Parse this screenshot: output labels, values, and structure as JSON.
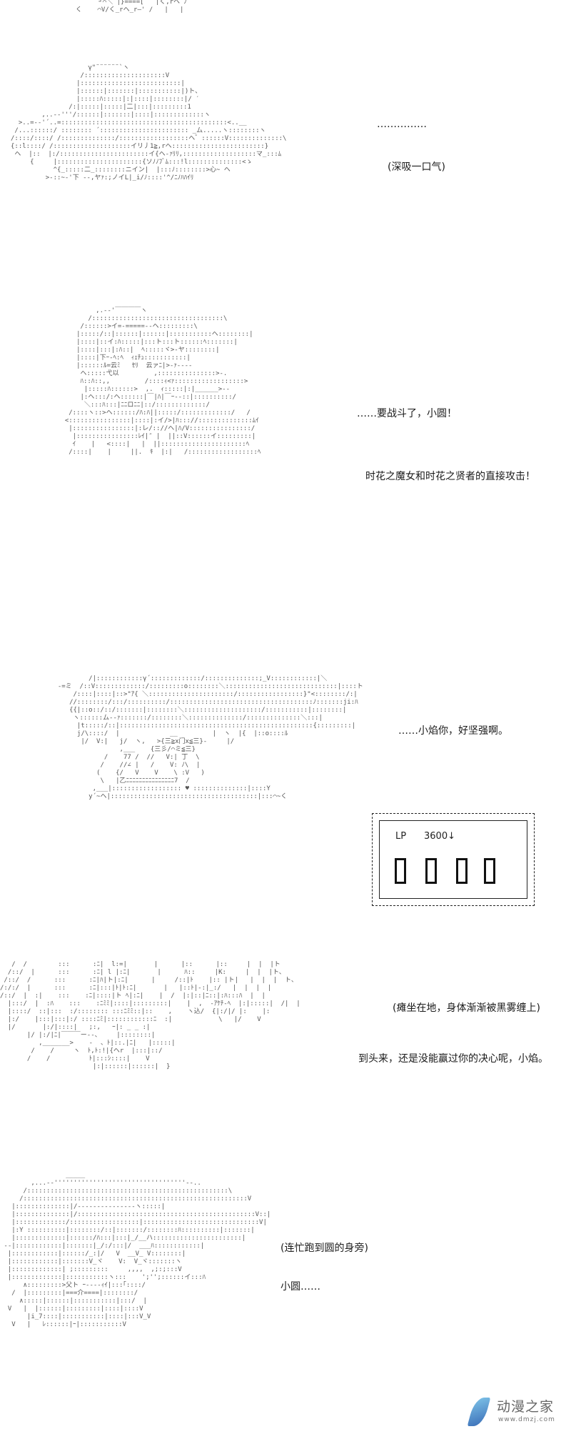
{
  "panels": [
    {
      "lines": [
        "……………",
        "(深吸一口气)"
      ]
    },
    {
      "lines": [
        "……要战斗了，小圆！",
        "时花之魔女和时花之贤者的直接攻击！"
      ]
    },
    {
      "lines": [
        "……小焰你，好坚强啊。"
      ],
      "lp_display": {
        "label": "LP",
        "value": "3600↓",
        "digits": 4
      }
    },
    {
      "lines": [
        "(瘫坐在地，身体渐渐被黑雾缠上)",
        "到头来，还是没能赢过你的决心呢，小焰。"
      ]
    },
    {
      "lines": [
        "(连忙跑到圆的身旁)",
        "小圆……"
      ]
    }
  ],
  "art": {
    "top": "        ┘⌒＼ |}====[   |く,rヘ ﾉ\n  く    ⌒V/く_rヘ_r―' /   |   |",
    "fig1": "                    γ\"¨¨¨¨¨¨`ヽ\n                  /:::::::::::::::::::::V\n                 |::::::::::::::::::::::::::|\n                 |::::::|:::::::|:::::::::::|)ト、\n                 |:::::ﾊ:::::|:|::::|::::::::|/ ′\n               /:|:::::|:::::|二|:::|:::::::::1\n        ,..-‐'''/::::::|:::::::|::::|:::::::::::::ヽ\n  >..=-‐'´..=:::::::::::::::::::::::::::::::::::::::::::<..__\n /...::::::/ :::::::: ´::::::::::::::::::::::: _ム.....ヽ::::::::ヽ\n/::::/::::/ /::::::::::::::/::::::::::::::::::ヘ゛::::::V::::::::::::::\\\n{::l::::/ /::::::::::::::::::::イリ丿1≧,rヘ::::::::::::::::::::::::}\n ヘ  |::  |:/:::::::::::::::::::::::イ{ヘ-ｧﾘﾘ,:::::::::::::::::::マ_:::ﾑ\n     {     |::::::::::::::::::::::{ソﾉﾉﾌﾞﾑ:::!l::::::::::::::<ゝ\n           ^{_:::::二_::::::::ニイン|  |:::ﾉ::::::::>心~ ヘ\n         >-::~-'下 --,ヤｧ:;ノイL|_i/ﾉ::::'^/ﾆﾉﾊﾊｲﾘ",
    "fig2": "          ,.-‐'￣￣￣￣ヽ\n        /::::::::::::::::::::::::::::::::::\\\n      /::::::>イ=-=====-‐ヘ:::::::::\\\n     |:::::/::|::::::|::::::|:::::::::::ヘ::::::::|\n     |::::|::イ:ﾊ:::::|:::ト:::ト::::::ﾍ:::::::|\n     |::::|:::|:ﾊ::|  ﾍ:::::ヾ>‐ヤ::::::::|\n     |::::|下ｰ-ﾍ:ﾍ  ｨｪﾁｭ:::::::::::|\n     |::::::ﾙ=云ﾐ   ｾﾘ  云ァﾆ|>-ｧ---‐\n      ヘ:::::弋以         ,:::::::::::::::>-.\n      ﾊ::ﾊ::,,         /::::ｨ<ｧ::::::::::::::::::>\n       |:::::ﾊ::::::>  ,.  ｨ:::::|:|______>-‐\n      |:ヘ:::/:ヘ::::::|￣|ﾊ|￣ｰ--::|::::::::::/\n       ＼:::ﾊ:::|ﾆﾆロﾆﾆ|::/:::::::::::::/\n   /::::ヽ::>ヘ::::::/ﾊ:ﾊ||:::::/:::::::::::::/   /\n  <::::::::::::::::|::::|:イ/>|ﾊ::://::::::::::::::ﾑｲ\n   |::::::::::::::::|:レ/:://ヘ|ﾊ/V::::::::::::::::/\n    |::::::::::::::::ﾚｲ|″ |  ||::V::::::イ:::::::::|\n    ｲ    |   <::::|   |  ||::::::::::::::::::::::ﾍ\n   /::::|    |     ||.  ｷ  |:|   /::::::::::::::::::ﾍ",
    "fig3": "          /|::::::::::::γ´:::::::::::::/::::::::::::::;_V::::::::::::|＼\n  -=ミ  /::V:::::::::::::/:::::::::o::::::::＼:::::::::::::::::::::::::::::|::::ト\n      /::::|::::|::>\"ｱ{ ＼::::::::::::::::::::::/:::::::::::::::::}\"<::::::::/:|\n     //::::::::/:::/::::::::::/:::::::::::::::::::::::::::::::::::::ﾉ:::::::ji:ﾊ\n     {{|::o::/::/:::::::|::::::::＼::::::::::::::::::::/:::::::::::|::::::::|\n      ヽ::::::ム-‐ｧ:::::::/::::::::＼::::::::::::::/::::::::::::::＼:::|\n       |t:::::/::|::::::::::::::::::::::::::::::::::::::::::::::::::{:::::::::|\n       j/\\::::/  |             __         |  ヽ  |{  |::o::::ﾙ\n        |/  V:|   j/  ヽ,   >{三≧x门x≦三}-     |/\n                  ,___    {三彡/⌒ミ≦三}\n              /    77 /  //   V:| 丁  \\\n             /    //∠ |   /    V: ﾉ\\  |\n            (    {/   V    V    \\ :V   )\n             \\   |乙ﾆﾆﾆﾆﾆﾆﾆﾆﾆﾆﾆﾆﾆﾆﾆ7  /\n           ,___|:::::::::::::::::: ♥ ::::::::::::::|::::Y\n          y´~ヘ|::::::::::::::::::::::::::::::::::::::|:::⌒~く",
    "fig4": "   /  /        :::      :ﾆ|  l:=|       |      |::      |::     |  |  |ト\n  /::/  |      :::      :ﾆ| l |:ﾆ|       |      ﾊ::     |K:     |  |  |ト、\n /::/  /      :::      :ﾆ|ﾊ|ト|:ﾆ|      |     /::|ﾄ    |:: |ト|   |  |  |  ト、\n/:/:/  |      :::      :ﾆ|:::|ﾄ|ﾄ:ﾆ|       |   |::ﾄ|-:|_:/   |  |  |  |\n/::/  |  :|    :::    :ﾆ|::::|ト ﾍ|:ﾆ|    |  /  |:|::|ﾆ::|:ﾊ:::ﾊ  |  |\n  |:::/  |  :ﾊ    :::    :ﾆﾐﾐ|::::|:::::::::|    |  ,  ‐ｱｹﾁ‐ﾍ  |:|:::::|  /|  |\n  |::::/  ::|:::  :/:::::::: :::ﾆﾐﾐ::|::    ,    ヽ込/  {|:/|/ |:    |:\n  |:/    |:::|:::|:/ ::::ﾆﾐ|::::::::::::ﾆ  :|            \\   |/    V\n  |/       |:/|::::|   ;:,   ｰ|: _ _ :|\n       |/ |:/|ﾆ|￣￣￣ー--、    |::::::::|\n          ,_______>    ‐  、ﾄ|::.|ﾆ|   |:::::|\n        /    /     ヽ  ﾄ,ﾄ:!|{ヘr  |:::|::/\n       /    /          ﾄ|:::ｼ::::|    V\n                        |:|::::::|::::::|  }",
    "fig5": "                 _____\n        ,...-‐''''''''''''''''''''''''''''''''''‐-..\n      /::::::::::::::::::::::::::::::::::::::::::::::::::::\\\n     /::::::::::::::::::::::::::::::::::::::::::::::::::::::::::V\n   |::::::::::::::|/‐‐‐‐‐‐‐‐‐‐‐‐‐‐‐ヽ:::::|\n   |::::::::::::::|/::::::::::::::::::::::::::::::::::::::::::::::V::|\n   |:::::::::::::/::::::::::::::::::|::::::::::::::::::::::::::::::V|\n   |:Y ::::::::::|::::::::/::|:::::::/::::::::ﾊ::::::::::|:::::::|\n   |:::::::::::::|::::::/ﾊ:::|:::|_/__ハ:::::::::::::::::::::::|\n --|::::::::::::|:::::::|_/:/:::|/  ___ﾊ::::::::::::|\n  |::::::::::::|::::::/_:|/   V  __V_ V::::::::|\n  |::::::::::::|:::::::V_ヾ    V:  V_ヾ:::::::ヽ\n  |:::::::::::::| ;:::::::::     ,,,,  ,;:;:::V\n  |:::::::::::::|:::::::::::ヽ:::    ';'';::::::イ:::ﾊ\n      ∧:::::::::>父ト ｰ‐‐‐‐ｨｲ|:::｢::::/\n   /  |:::::::::|===介====|::::::::/\n     ∧:::::|::::::|:::::::::::|:::/  |\n  V   |  |::::::|:::::::::|::::|::::V\n       |i_7::::|:::::::::::|::::|:::V_V\n   V   |   ﾚ::::::|ｰ|:::::::::::V"
  },
  "watermark": {
    "name": "动漫之家",
    "url": "www.dmzj.com"
  }
}
